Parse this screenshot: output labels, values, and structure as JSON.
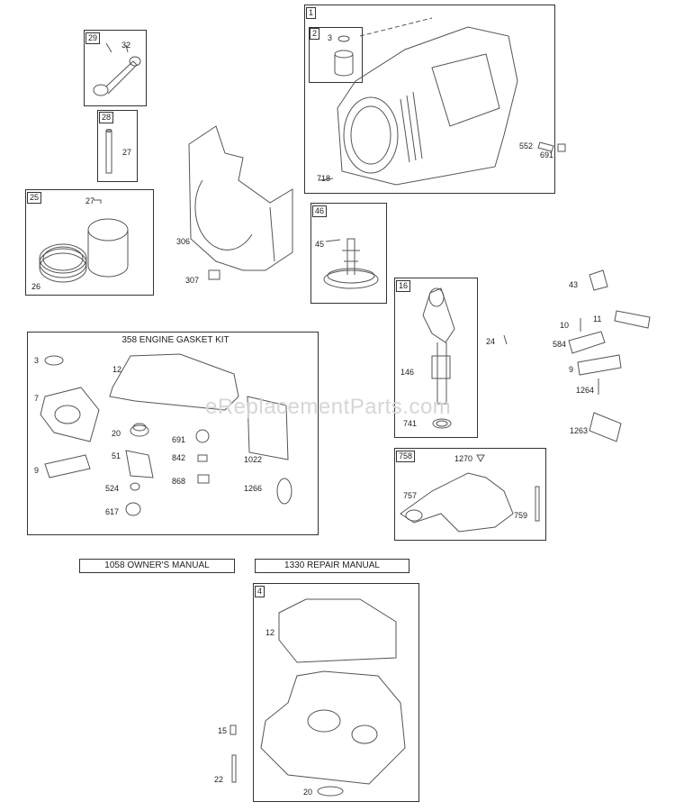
{
  "watermark": "eReplacementParts.com",
  "kit_title": "358 ENGINE GASKET KIT",
  "manual_titles": {
    "owners": "1058 OWNER'S MANUAL",
    "repair": "1330 REPAIR MANUAL"
  },
  "tags": {
    "t1": "1",
    "t2": "2",
    "t4": "4",
    "t16": "16",
    "t25": "25",
    "t28": "28",
    "t29": "29",
    "t46": "46",
    "t758": "758"
  },
  "labels": {
    "l3a": "3",
    "l552": "552",
    "l691a": "691",
    "l718": "718",
    "l32": "32",
    "l27a": "27",
    "l27b": "27",
    "l26": "26",
    "l306": "306",
    "l307": "307",
    "l45": "45",
    "l43": "43",
    "l10": "10",
    "l11": "11",
    "l584": "584",
    "l9a": "9",
    "l1264": "1264",
    "l1263": "1263",
    "l24": "24",
    "l146": "146",
    "l741": "741",
    "l1270": "1270",
    "l757": "757",
    "l759": "759",
    "l3b": "3",
    "l12a": "12",
    "l7": "7",
    "l20a": "20",
    "l691b": "691",
    "l51": "51",
    "l842": "842",
    "l1022": "1022",
    "l9b": "9",
    "l868": "868",
    "l524": "524",
    "l1266": "1266",
    "l617": "617",
    "l12b": "12",
    "l15": "15",
    "l22": "22",
    "l20b": "20"
  }
}
